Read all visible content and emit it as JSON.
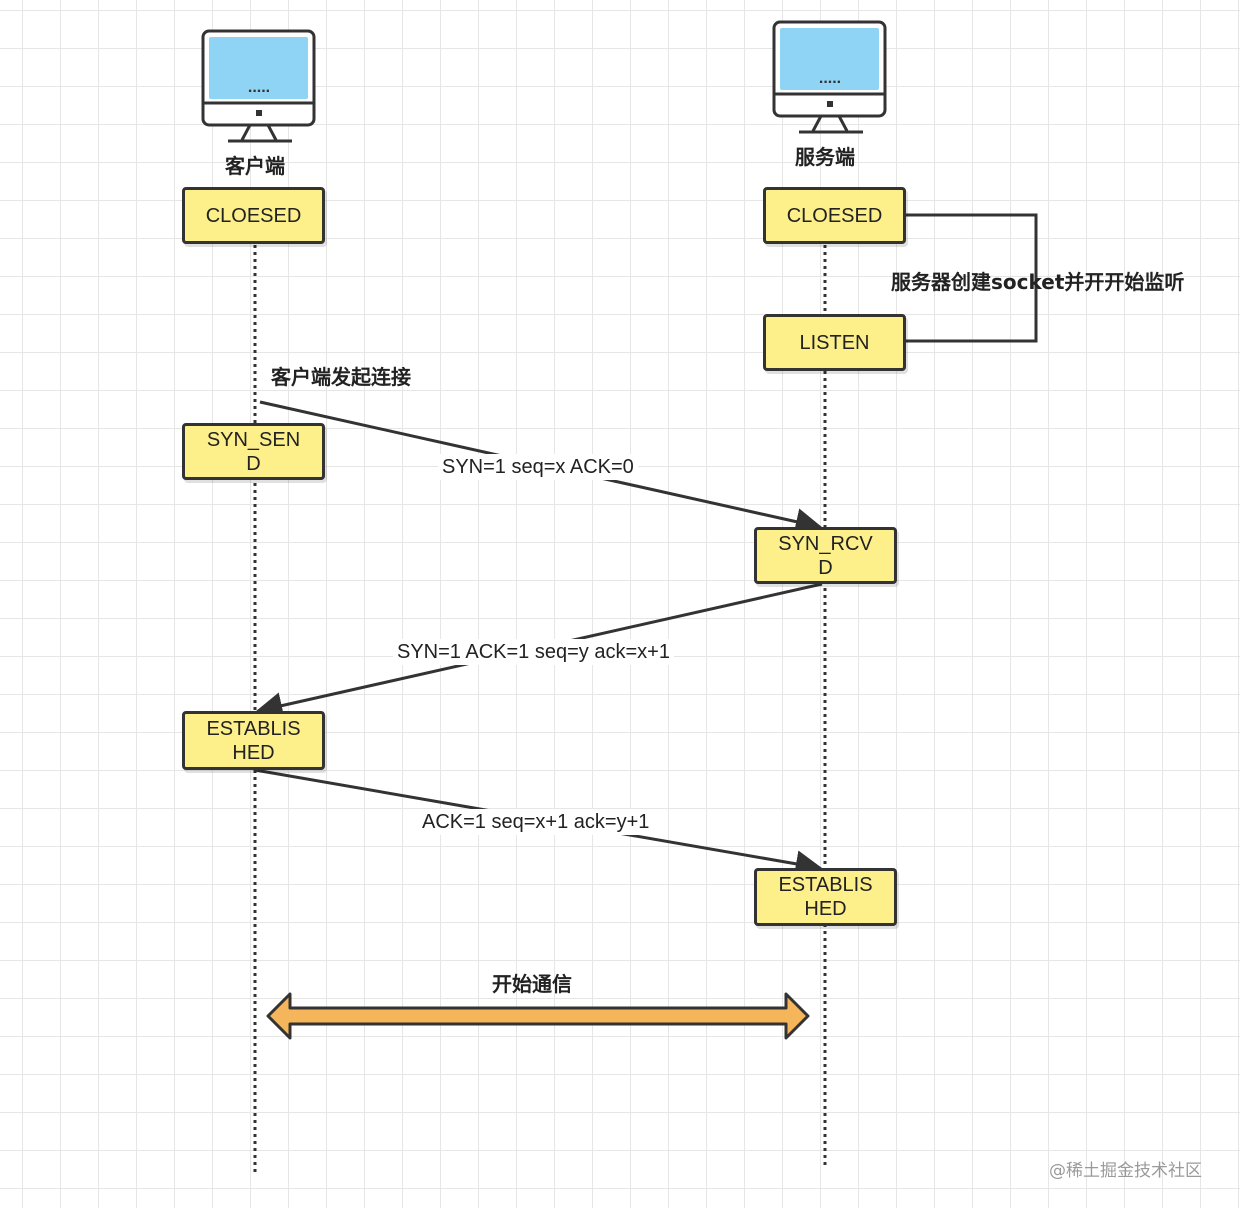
{
  "nodes": {
    "client": {
      "label": "客户端"
    },
    "server": {
      "label": "服务端"
    }
  },
  "states": {
    "client_closed": "CLOESED",
    "server_closed": "CLOESED",
    "server_listen": "LISTEN",
    "client_syn_sent": "SYN_SEN\nD",
    "server_syn_rcvd": "SYN_RCV\nD",
    "client_established": "ESTABLIS\nHED",
    "server_established": "ESTABLIS\nHED"
  },
  "annotations": {
    "server_listen_note": "服务器创建socket并开开始监听",
    "client_connect_note": "客户端发起连接",
    "start_communication": "开始通信"
  },
  "messages": {
    "syn": "SYN=1 seq=x ACK=0",
    "syn_ack": "SYN=1 ACK=1 seq=y ack=x+1",
    "ack": "ACK=1 seq=x+1 ack=y+1"
  },
  "watermark": "@稀土掘金技术社区",
  "colors": {
    "state_fill": "#fdf08b",
    "state_border": "#333333",
    "screen_fill": "#8fd3f5",
    "double_arrow_fill": "#f5b55a",
    "line": "#333333"
  }
}
